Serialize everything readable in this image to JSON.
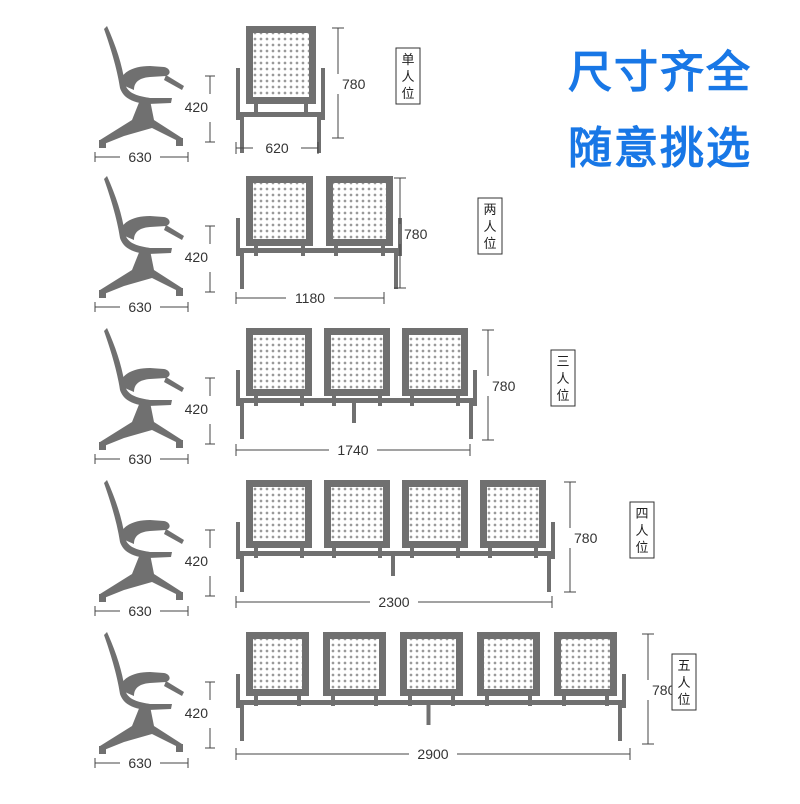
{
  "headline": {
    "line1": "尺寸齐全",
    "line2": "随意挑选",
    "color": "#1877e6"
  },
  "rows": [
    {
      "seats": 1,
      "label_chars": [
        "单",
        "人",
        "位"
      ],
      "side_depth": "630",
      "side_height": "420",
      "front_width": "620",
      "front_height": "780"
    },
    {
      "seats": 2,
      "label_chars": [
        "两",
        "人",
        "位"
      ],
      "side_depth": "630",
      "side_height": "420",
      "front_width": "1180",
      "front_height": "780"
    },
    {
      "seats": 3,
      "label_chars": [
        "三",
        "人",
        "位"
      ],
      "side_depth": "630",
      "side_height": "420",
      "front_width": "1740",
      "front_height": "780"
    },
    {
      "seats": 4,
      "label_chars": [
        "四",
        "人",
        "位"
      ],
      "side_depth": "630",
      "side_height": "420",
      "front_width": "2300",
      "front_height": "780"
    },
    {
      "seats": 5,
      "label_chars": [
        "五",
        "人",
        "位"
      ],
      "side_depth": "630",
      "side_height": "420",
      "front_width": "2900",
      "front_height": "780"
    }
  ],
  "colors": {
    "frame": "#707070",
    "line": "#444444",
    "perforation": "#9a9a9a"
  },
  "icons": [
    "chair-side-view-icon",
    "chair-front-view-icon"
  ]
}
